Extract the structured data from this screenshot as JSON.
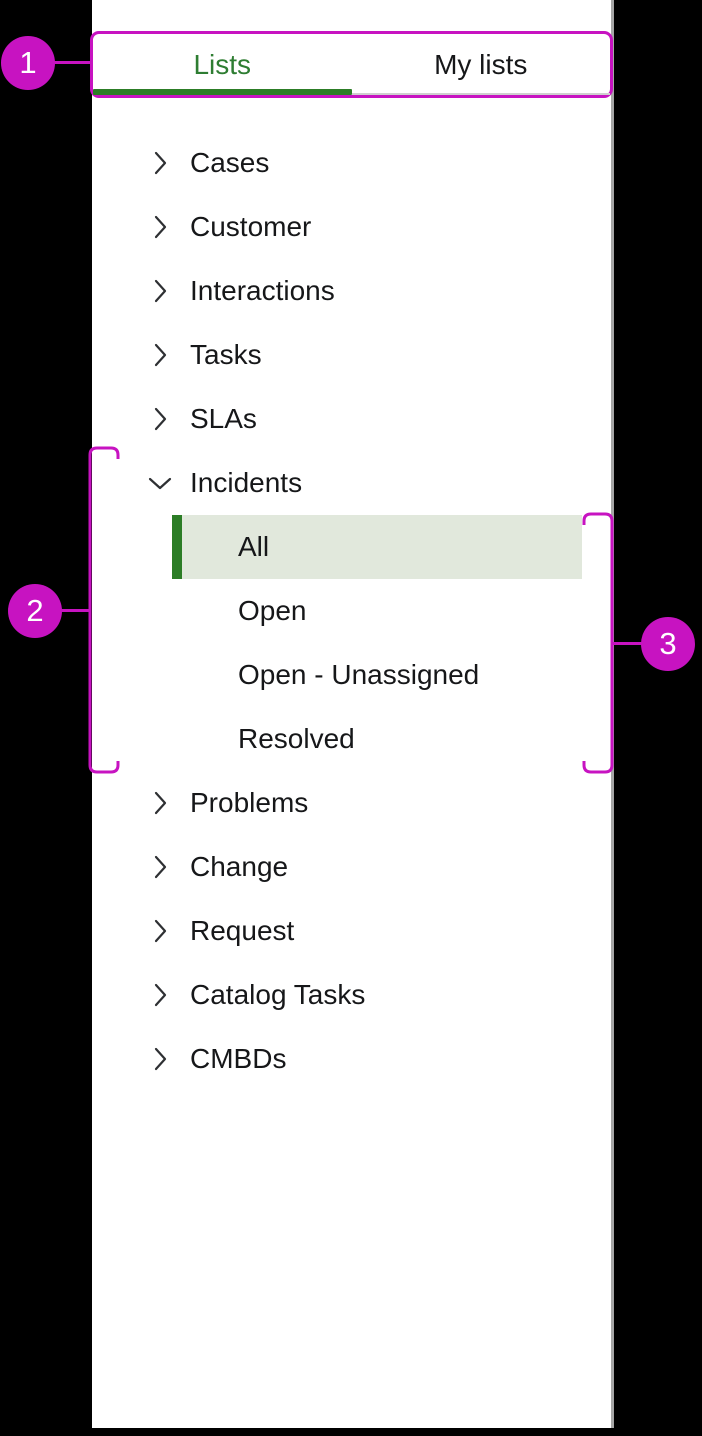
{
  "colors": {
    "magenta": "#c713c1",
    "green": "#2c7d26",
    "green-text": "#2e7d32",
    "selected-bg": "#e1e8dc",
    "text-dark": "#161719",
    "border-gray": "#a6a6a6",
    "light-gray": "#cfcfcf"
  },
  "tabs": [
    {
      "label": "Lists",
      "active": true
    },
    {
      "label": "My lists",
      "active": false
    }
  ],
  "tree": {
    "items": [
      {
        "label": "Cases",
        "type": "parent",
        "expanded": false
      },
      {
        "label": "Customer",
        "type": "parent",
        "expanded": false
      },
      {
        "label": "Interactions",
        "type": "parent",
        "expanded": false
      },
      {
        "label": "Tasks",
        "type": "parent",
        "expanded": false
      },
      {
        "label": "SLAs",
        "type": "parent",
        "expanded": false
      },
      {
        "label": "Incidents",
        "type": "parent",
        "expanded": true
      },
      {
        "label": "All",
        "type": "child",
        "selected": true
      },
      {
        "label": "Open",
        "type": "child",
        "selected": false
      },
      {
        "label": "Open - Unassigned",
        "type": "child",
        "selected": false
      },
      {
        "label": "Resolved",
        "type": "child",
        "selected": false
      },
      {
        "label": "Problems",
        "type": "parent",
        "expanded": false
      },
      {
        "label": "Change",
        "type": "parent",
        "expanded": false
      },
      {
        "label": "Request",
        "type": "parent",
        "expanded": false
      },
      {
        "label": "Catalog Tasks",
        "type": "parent",
        "expanded": false
      },
      {
        "label": "CMBDs",
        "type": "parent",
        "expanded": false
      }
    ]
  },
  "callouts": [
    {
      "number": "1",
      "target": "tab-bar"
    },
    {
      "number": "2",
      "target": "expanded-incidents-group"
    },
    {
      "number": "3",
      "target": "incidents-child-lists"
    }
  ]
}
